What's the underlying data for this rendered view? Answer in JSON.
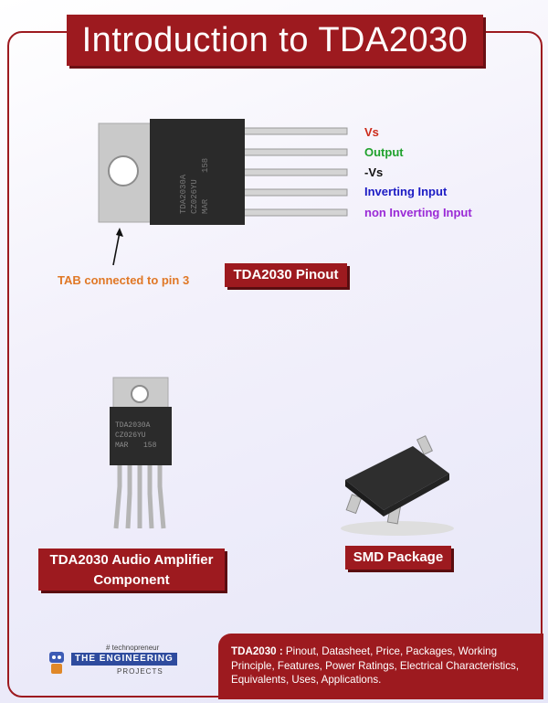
{
  "header": {
    "title": "Introduction to TDA2030"
  },
  "pinout": {
    "pins": [
      {
        "label": "Vs",
        "color": "#cc2a1a"
      },
      {
        "label": "Output",
        "color": "#1fa12c"
      },
      {
        "label": "-Vs",
        "color": "#111111"
      },
      {
        "label": "Inverting Input",
        "color": "#1c1cc4"
      },
      {
        "label": "non Inverting Input",
        "color": "#9a2ad6"
      }
    ],
    "tab_note": "TAB connected to pin 3",
    "caption": "TDA2030 Pinout",
    "chip_text": [
      "TDA2030A",
      "CZ026YU",
      "MAR",
      "158"
    ]
  },
  "component": {
    "caption_line1": "TDA2030 Audio Amplifier",
    "caption_line2": "Component",
    "chip_text": [
      "TDA2030A",
      "CZ026YU",
      "MAR",
      "158"
    ]
  },
  "smd": {
    "caption": "SMD Package"
  },
  "footer": {
    "bold": "TDA2030 :",
    "text": " Pinout, Datasheet, Price, Packages, Working Principle, Features, Power Ratings, Electrical Characteristics, Equivalents, Uses, Applications."
  },
  "logo": {
    "tagline": "# technopreneur",
    "name": "THE ENGINEERING",
    "sub": "PROJECTS"
  },
  "colors": {
    "brand": "#9d1a1f",
    "tab_note": "#e07826"
  }
}
